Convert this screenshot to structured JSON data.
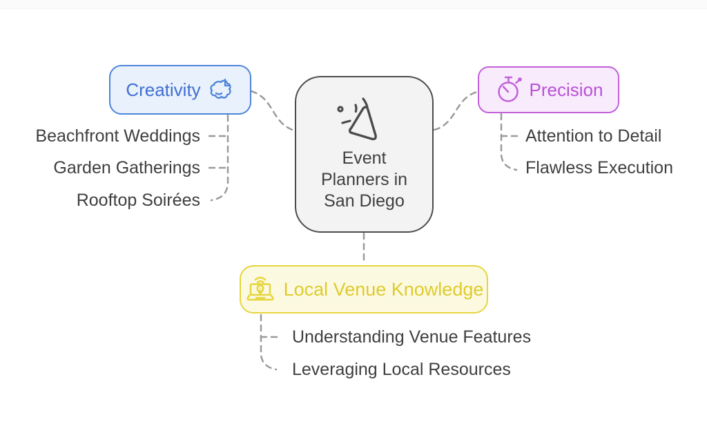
{
  "center": {
    "icon": "party-popper-icon",
    "title": "Event Planners in San Diego",
    "title_lines": [
      "Event",
      "Planners in",
      "San Diego"
    ]
  },
  "branches": {
    "creativity": {
      "label": "Creativity",
      "icon": "brain-icon",
      "items": [
        "Beachfront Weddings",
        "Garden Gatherings",
        "Rooftop Soirées"
      ]
    },
    "precision": {
      "label": "Precision",
      "icon": "stopwatch-icon",
      "items": [
        "Attention to Detail",
        "Flawless Execution"
      ]
    },
    "local_venue_knowledge": {
      "label": "Local Venue Knowledge",
      "icon": "laptop-location-pin-icon",
      "items": [
        "Understanding Venue Features",
        "Leveraging Local Resources"
      ]
    }
  },
  "colors": {
    "creativity_border": "#4d84da",
    "creativity_bg": "#e9f1fc",
    "creativity_text": "#3f6fd2",
    "precision_border": "#c35fd9",
    "precision_bg": "#f8ebfc",
    "precision_text": "#b852d8",
    "venue_border": "#e6d53c",
    "venue_bg": "#fcf9e1",
    "venue_text": "#decb2d",
    "center_border": "#4b4b4b",
    "center_bg": "#f3f3f3",
    "connector": "#9a9a9a",
    "item_text": "#3e3e3e"
  }
}
